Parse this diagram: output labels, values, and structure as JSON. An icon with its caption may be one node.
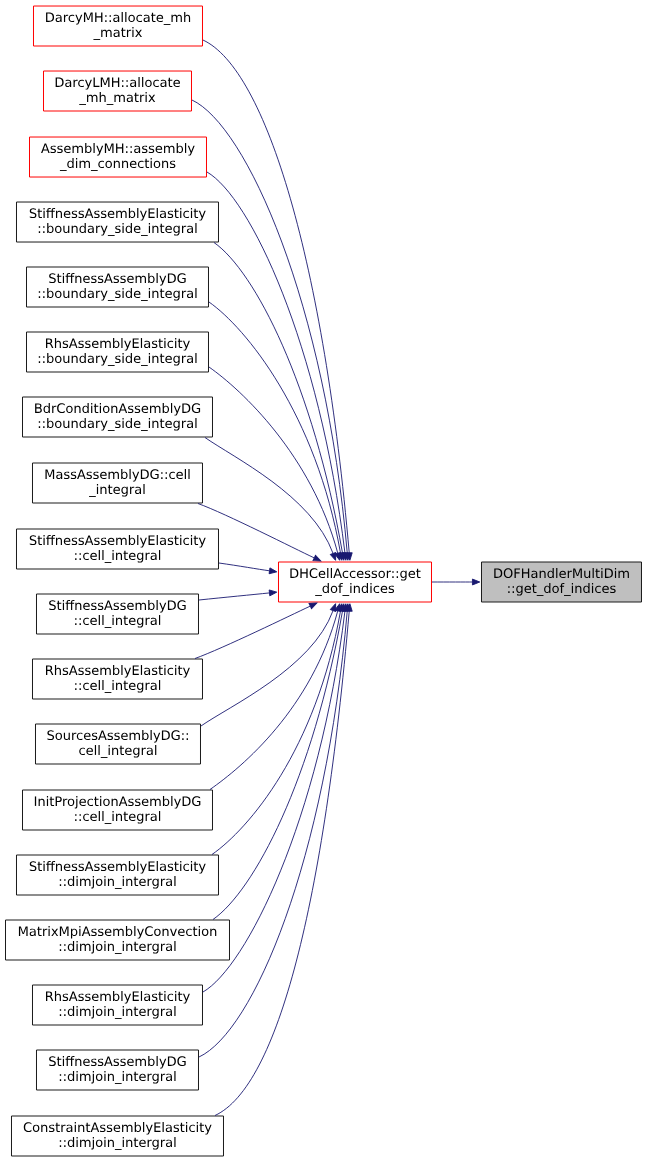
{
  "diagram": {
    "nodes": [
      {
        "text": [
          "DarcyMH::allocate_mh _matrix"
        ]
      },
      {
        "text": [
          "DarcyLMH::allocate _mh_matrix"
        ]
      },
      {
        "text": [
          "AssemblyMH::assembly _dim_connections"
        ]
      },
      {
        "text": [
          "StiffnessAssemblyElasticity ::boundary_side_integral"
        ]
      },
      {
        "text": [
          "StiffnessAssemblyDG ::boundary_side_integral"
        ]
      },
      {
        "text": [
          "RhsAssemblyElasticity ::boundary_side_integral"
        ]
      },
      {
        "text": [
          "BdrConditionAssemblyDG ::boundary_side_integral"
        ]
      },
      {
        "text": [
          "MassAssemblyDG::cell _integral"
        ]
      },
      {
        "text": [
          "StiffnessAssemblyElasticity ::cell_integral"
        ]
      },
      {
        "text": [
          "StiffnessAssemblyDG ::cell_integral"
        ]
      },
      {
        "text": [
          "RhsAssemblyElasticity ::cell_integral"
        ]
      },
      {
        "text": [
          "SourcesAssemblyDG:: cell_integral"
        ]
      },
      {
        "text": [
          "InitProjectionAssemblyDG ::cell_integral"
        ]
      },
      {
        "text": [
          "StiffnessAssemblyElasticity ::dimjoin_intergral"
        ]
      },
      {
        "text": [
          "MatrixMpiAssemblyConvection ::dimjoin_intergral"
        ]
      },
      {
        "text": [
          "RhsAssemblyElasticity ::dimjoin_intergral"
        ]
      },
      {
        "text": [
          "StiffnessAssemblyDG ::dimjoin_intergral"
        ]
      },
      {
        "text": [
          "ConstraintAssemblyElasticity ::dimjoin_intergral"
        ]
      },
      {
        "text": [
          "DHCellAccessor::get _dof_indices"
        ]
      },
      {
        "text": [
          "DOFHandlerMultiDim ::get_dof_indices"
        ]
      }
    ],
    "edges": [
      {
        "from": 0,
        "to": 18,
        "arrow": "to"
      },
      {
        "from": 1,
        "to": 18,
        "arrow": "to"
      },
      {
        "from": 2,
        "to": 18,
        "arrow": "to"
      },
      {
        "from": 3,
        "to": 18,
        "arrow": "to"
      },
      {
        "from": 4,
        "to": 18,
        "arrow": "to"
      },
      {
        "from": 5,
        "to": 18,
        "arrow": "to"
      },
      {
        "from": 6,
        "to": 18,
        "arrow": "to"
      },
      {
        "from": 7,
        "to": 18,
        "arrow": "to"
      },
      {
        "from": 8,
        "to": 18,
        "arrow": "to"
      },
      {
        "from": 9,
        "to": 18,
        "arrow": "to"
      },
      {
        "from": 10,
        "to": 18,
        "arrow": "to"
      },
      {
        "from": 11,
        "to": 18,
        "arrow": "to"
      },
      {
        "from": 12,
        "to": 18,
        "arrow": "to"
      },
      {
        "from": 13,
        "to": 18,
        "arrow": "to"
      },
      {
        "from": 14,
        "to": 18,
        "arrow": "to"
      },
      {
        "from": 15,
        "to": 18,
        "arrow": "to"
      },
      {
        "from": 16,
        "to": 18,
        "arrow": "to"
      },
      {
        "from": 17,
        "to": 18,
        "arrow": "to"
      },
      {
        "from": 18,
        "to": 19,
        "arrow": "to"
      }
    ]
  }
}
